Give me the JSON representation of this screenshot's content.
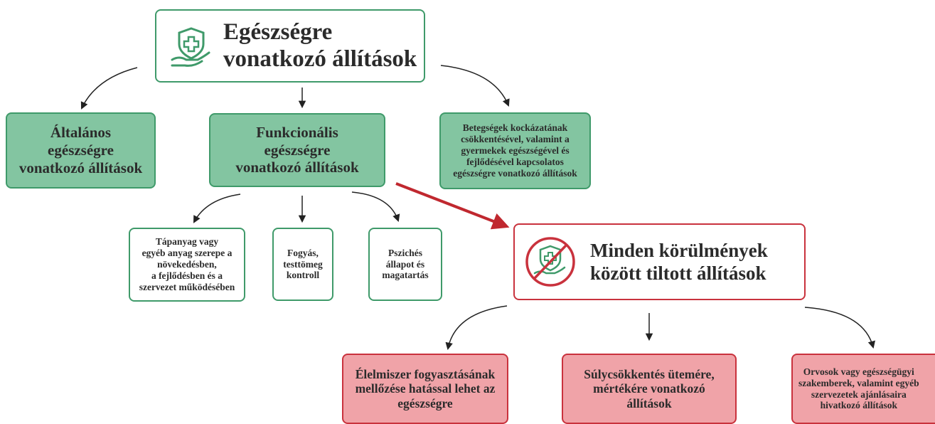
{
  "top": {
    "title_line1": "Egészségre",
    "title_line2": "vonatkozó állítások",
    "icon": "health-hand-icon"
  },
  "level1": {
    "general": {
      "line1": "Általános",
      "line2": "egészségre",
      "line3": "vonatkozó állítások"
    },
    "functional": {
      "line1": "Funkcionális",
      "line2": "egészségre",
      "line3": "vonatkozó állítások"
    },
    "disease_risk": {
      "line1": "Betegségek kockázatának",
      "line2": "csökkentésével, valamint a",
      "line3": "gyermekek egészségével és",
      "line4": "fejlődésével kapcsolatos",
      "line5": "egészségre vonatkozó állítások"
    }
  },
  "functional_children": {
    "nutrient": {
      "line1": "Tápanyag vagy",
      "line2": "egyéb anyag szerepe a",
      "line3": "növekedésben,",
      "line4": "a fejlődésben és a",
      "line5": "szervezet működésében"
    },
    "weight": {
      "line1": "Fogyás,",
      "line2": "testtömeg",
      "line3": "kontroll"
    },
    "psych": {
      "line1": "Pszichés",
      "line2": "állapot és",
      "line3": "magatartás"
    }
  },
  "prohibited": {
    "title_line1": "Minden körülmények",
    "title_line2": "között tiltott állítások",
    "icon": "prohibited-health-icon"
  },
  "prohibited_children": {
    "food": {
      "line1": "Élelmiszer fogyasztásának",
      "line2": "mellőzése hatással lehet az",
      "line3": "egészségre"
    },
    "rate": {
      "line1": "Súlycsökkentés ütemére,",
      "line2": "mértékére vonatkozó",
      "line3": "állítások"
    },
    "doctors": {
      "line1": "Orvosok vagy egészségügyi",
      "line2": "szakemberek, valamint egyéb",
      "line3": "szervezetek ajánlásaira",
      "line4": "hivatkozó állítások"
    }
  },
  "colors": {
    "green_fill": "#83c5a1",
    "green_border": "#3f9a6a",
    "red_fill": "#f0a3a8",
    "red_border": "#c9323d",
    "arrow_red": "#c0282f"
  }
}
